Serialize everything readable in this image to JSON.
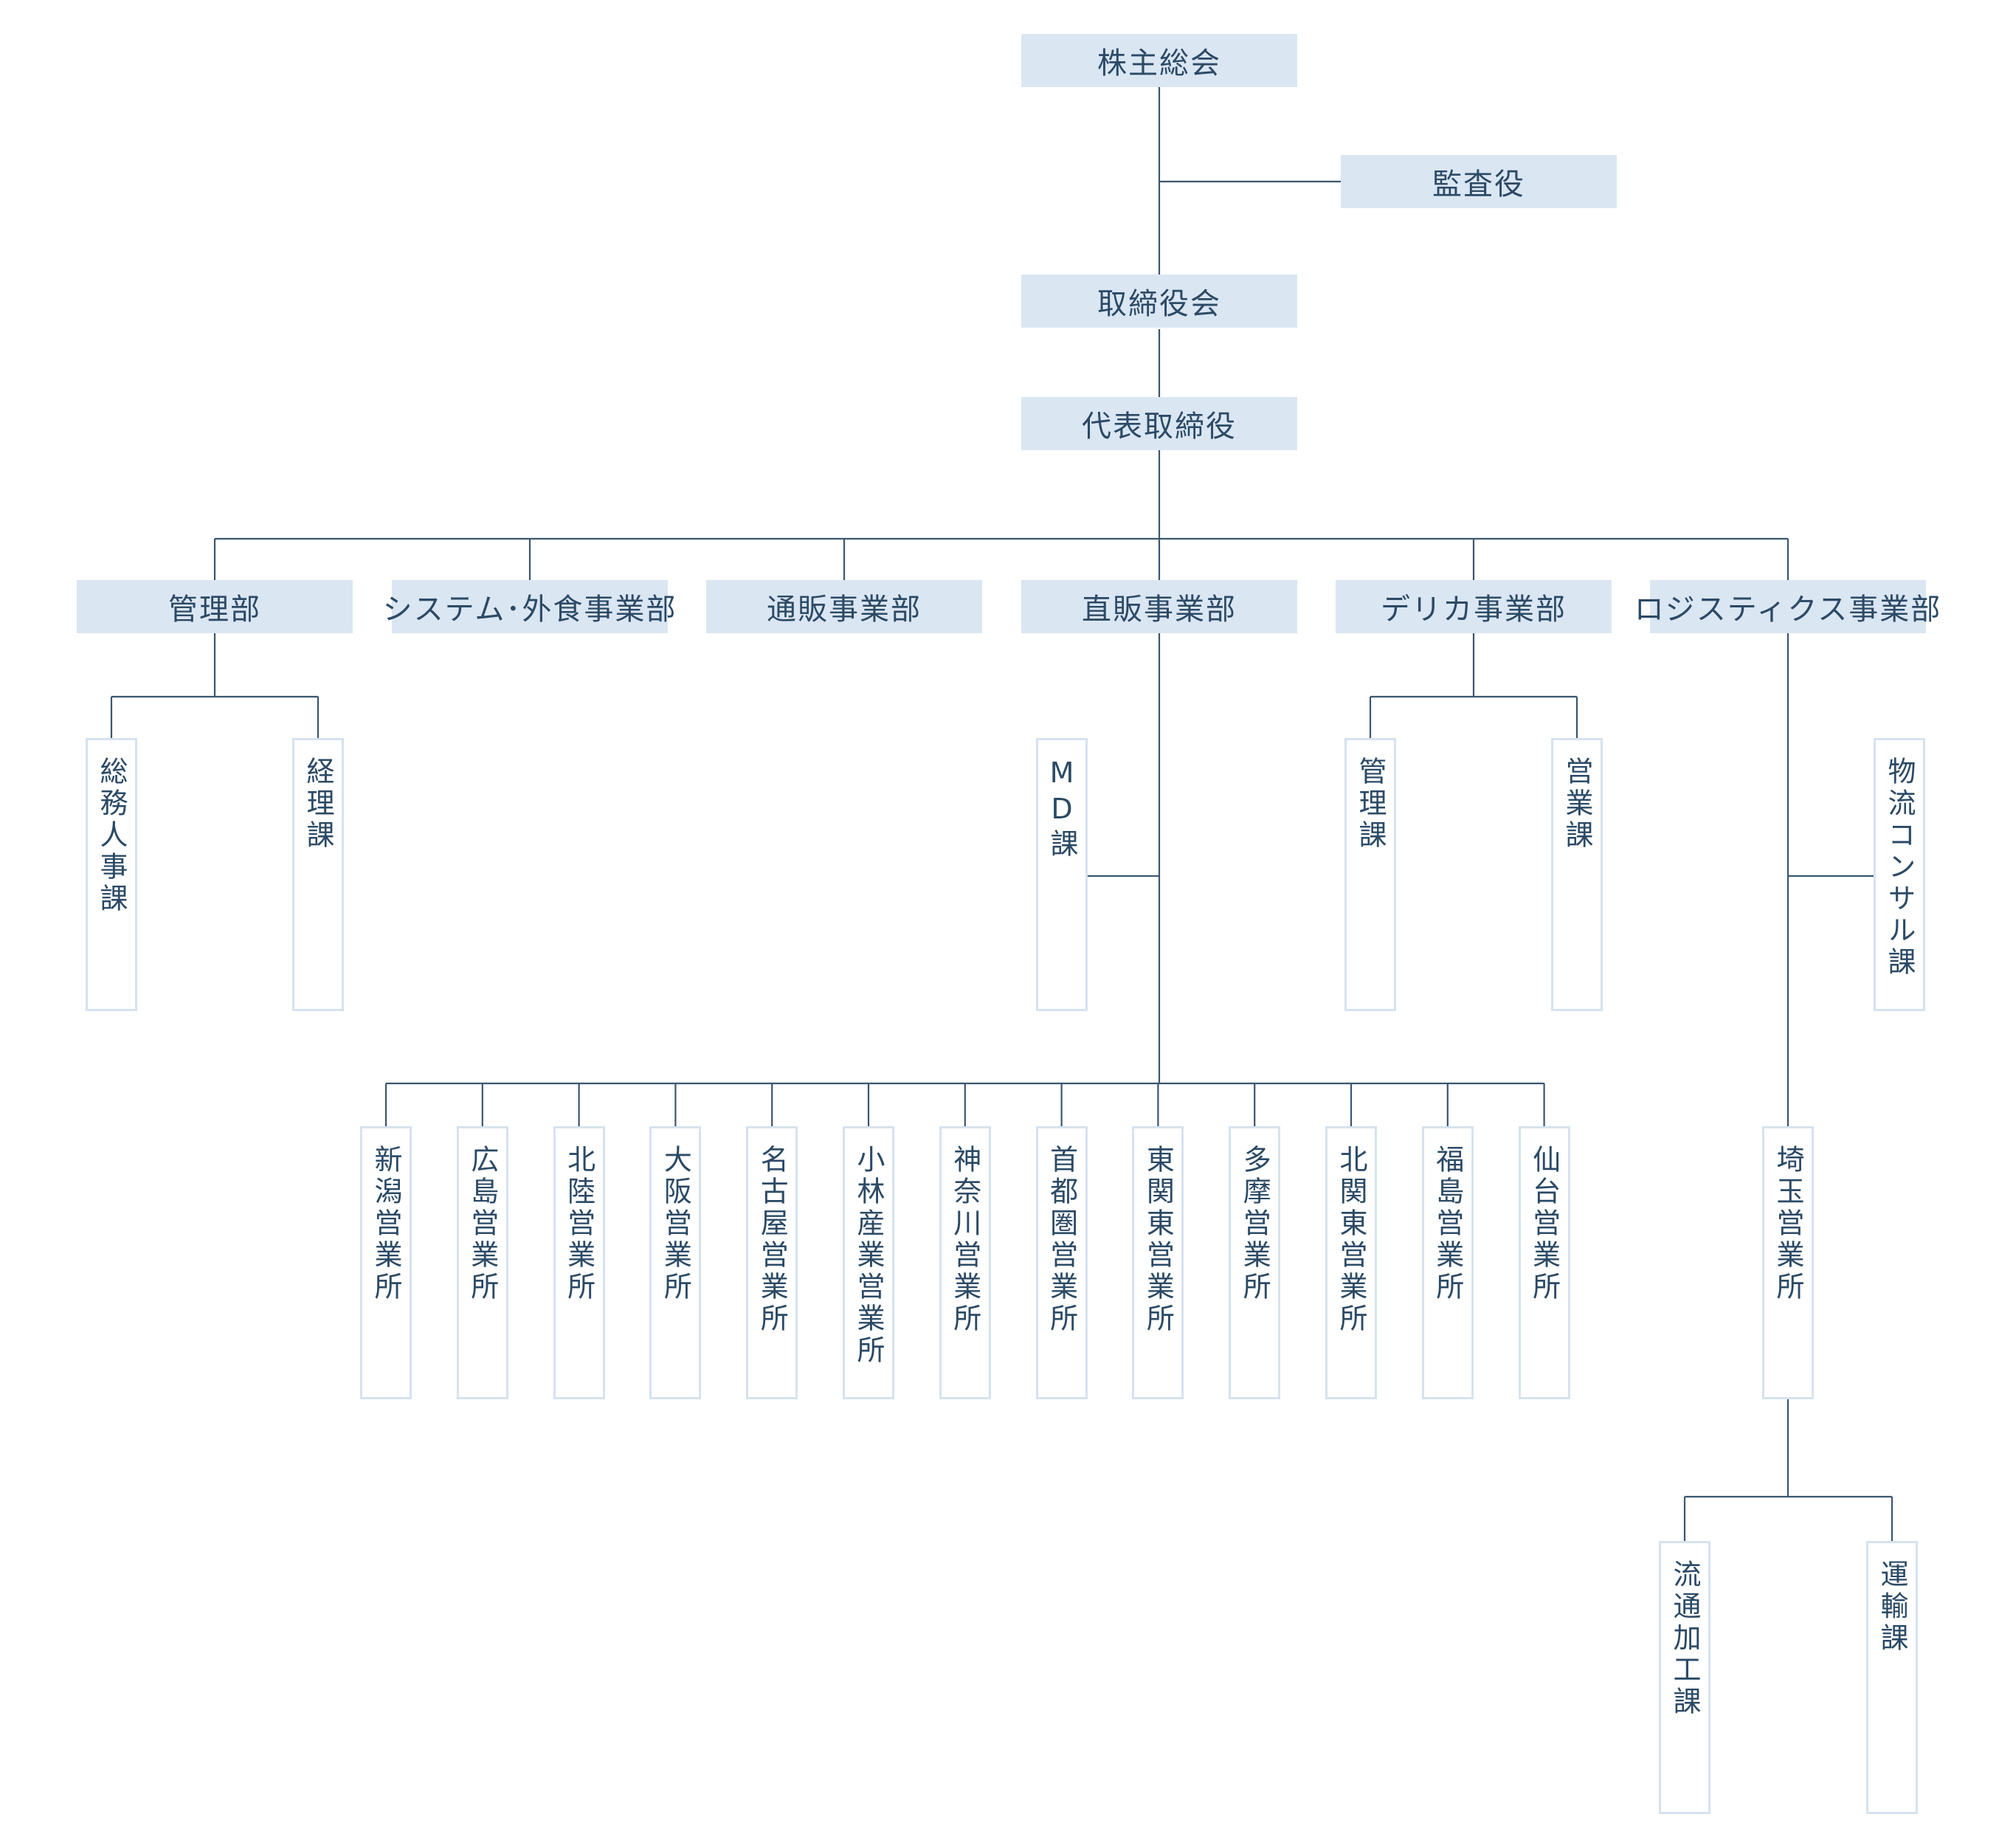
{
  "chart_data": {
    "type": "org-chart",
    "top": [
      {
        "id": "shareholders",
        "label": "株主総会"
      },
      {
        "id": "auditor",
        "label": "監査役"
      },
      {
        "id": "board",
        "label": "取締役会"
      },
      {
        "id": "president",
        "label": "代表取締役"
      }
    ],
    "departments": [
      {
        "id": "kanri",
        "label": "管理部",
        "children": [
          "総務人事課",
          "経理課"
        ]
      },
      {
        "id": "system",
        "label": "システム･外食事業部",
        "children": []
      },
      {
        "id": "tsuhan",
        "label": "通販事業部",
        "children": []
      },
      {
        "id": "chokuhan",
        "label": "直販事業部",
        "side_child": "MD課",
        "offices": [
          "新潟営業所",
          "広島営業所",
          "北陸営業所",
          "大阪営業所",
          "名古屋営業所",
          "小林産業営業所",
          "神奈川営業所",
          "首都圏営業所",
          "東関東営業所",
          "多摩営業所",
          "北関東営業所",
          "福島営業所",
          "仙台営業所"
        ]
      },
      {
        "id": "delica",
        "label": "デリカ事業部",
        "children": [
          "管理課",
          "営業課"
        ]
      },
      {
        "id": "logistics",
        "label": "ロジスティクス事業部",
        "side_child": "物流コンサル課",
        "office": "埼玉営業所",
        "office_children": [
          "流通加工課",
          "運輸課"
        ]
      }
    ]
  }
}
